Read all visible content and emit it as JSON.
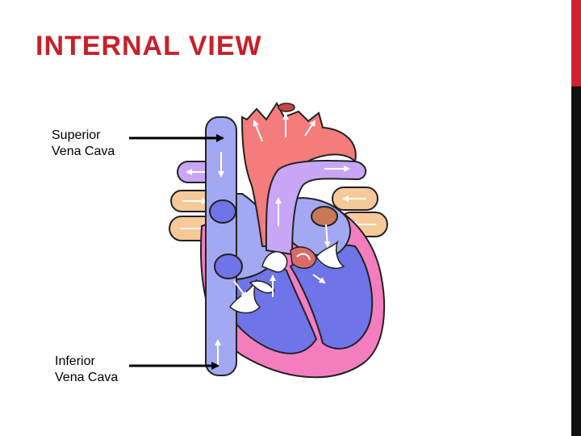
{
  "slide": {
    "title": "INTERNAL VIEW"
  },
  "labels": {
    "superior_vena_cava": [
      "Superior",
      "Vena Cava"
    ],
    "inferior_vena_cava": [
      "Inferior",
      "Vena Cava"
    ]
  },
  "colors": {
    "title": "#c8202a",
    "accent_red": "#d3202e",
    "accent_black": "#111111",
    "deoxygenated": "#a3a8f3",
    "oxygenated": "#f47c7c",
    "myocardium": "#f27ec0",
    "pulmonary_artery": "#c9a6f5",
    "pulmonary_vein": "#f6c99a"
  }
}
